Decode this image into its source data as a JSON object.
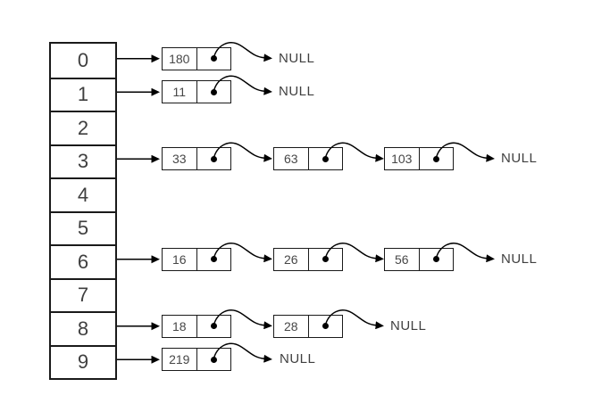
{
  "diagram": {
    "kind": "hash-table-separate-chaining",
    "colors": {
      "line": "#000000",
      "text": "#404040",
      "background": "#ffffff"
    },
    "buckets": [
      {
        "index": "0",
        "chain": [
          "180"
        ],
        "terminator": "NULL"
      },
      {
        "index": "1",
        "chain": [
          "11"
        ],
        "terminator": "NULL"
      },
      {
        "index": "2",
        "chain": []
      },
      {
        "index": "3",
        "chain": [
          "33",
          "63",
          "103"
        ],
        "terminator": "NULL"
      },
      {
        "index": "4",
        "chain": []
      },
      {
        "index": "5",
        "chain": []
      },
      {
        "index": "6",
        "chain": [
          "16",
          "26",
          "56"
        ],
        "terminator": "NULL"
      },
      {
        "index": "7",
        "chain": []
      },
      {
        "index": "8",
        "chain": [
          "18",
          "28"
        ],
        "terminator": "NULL"
      },
      {
        "index": "9",
        "chain": [
          "219"
        ],
        "terminator": "NULL"
      }
    ]
  }
}
